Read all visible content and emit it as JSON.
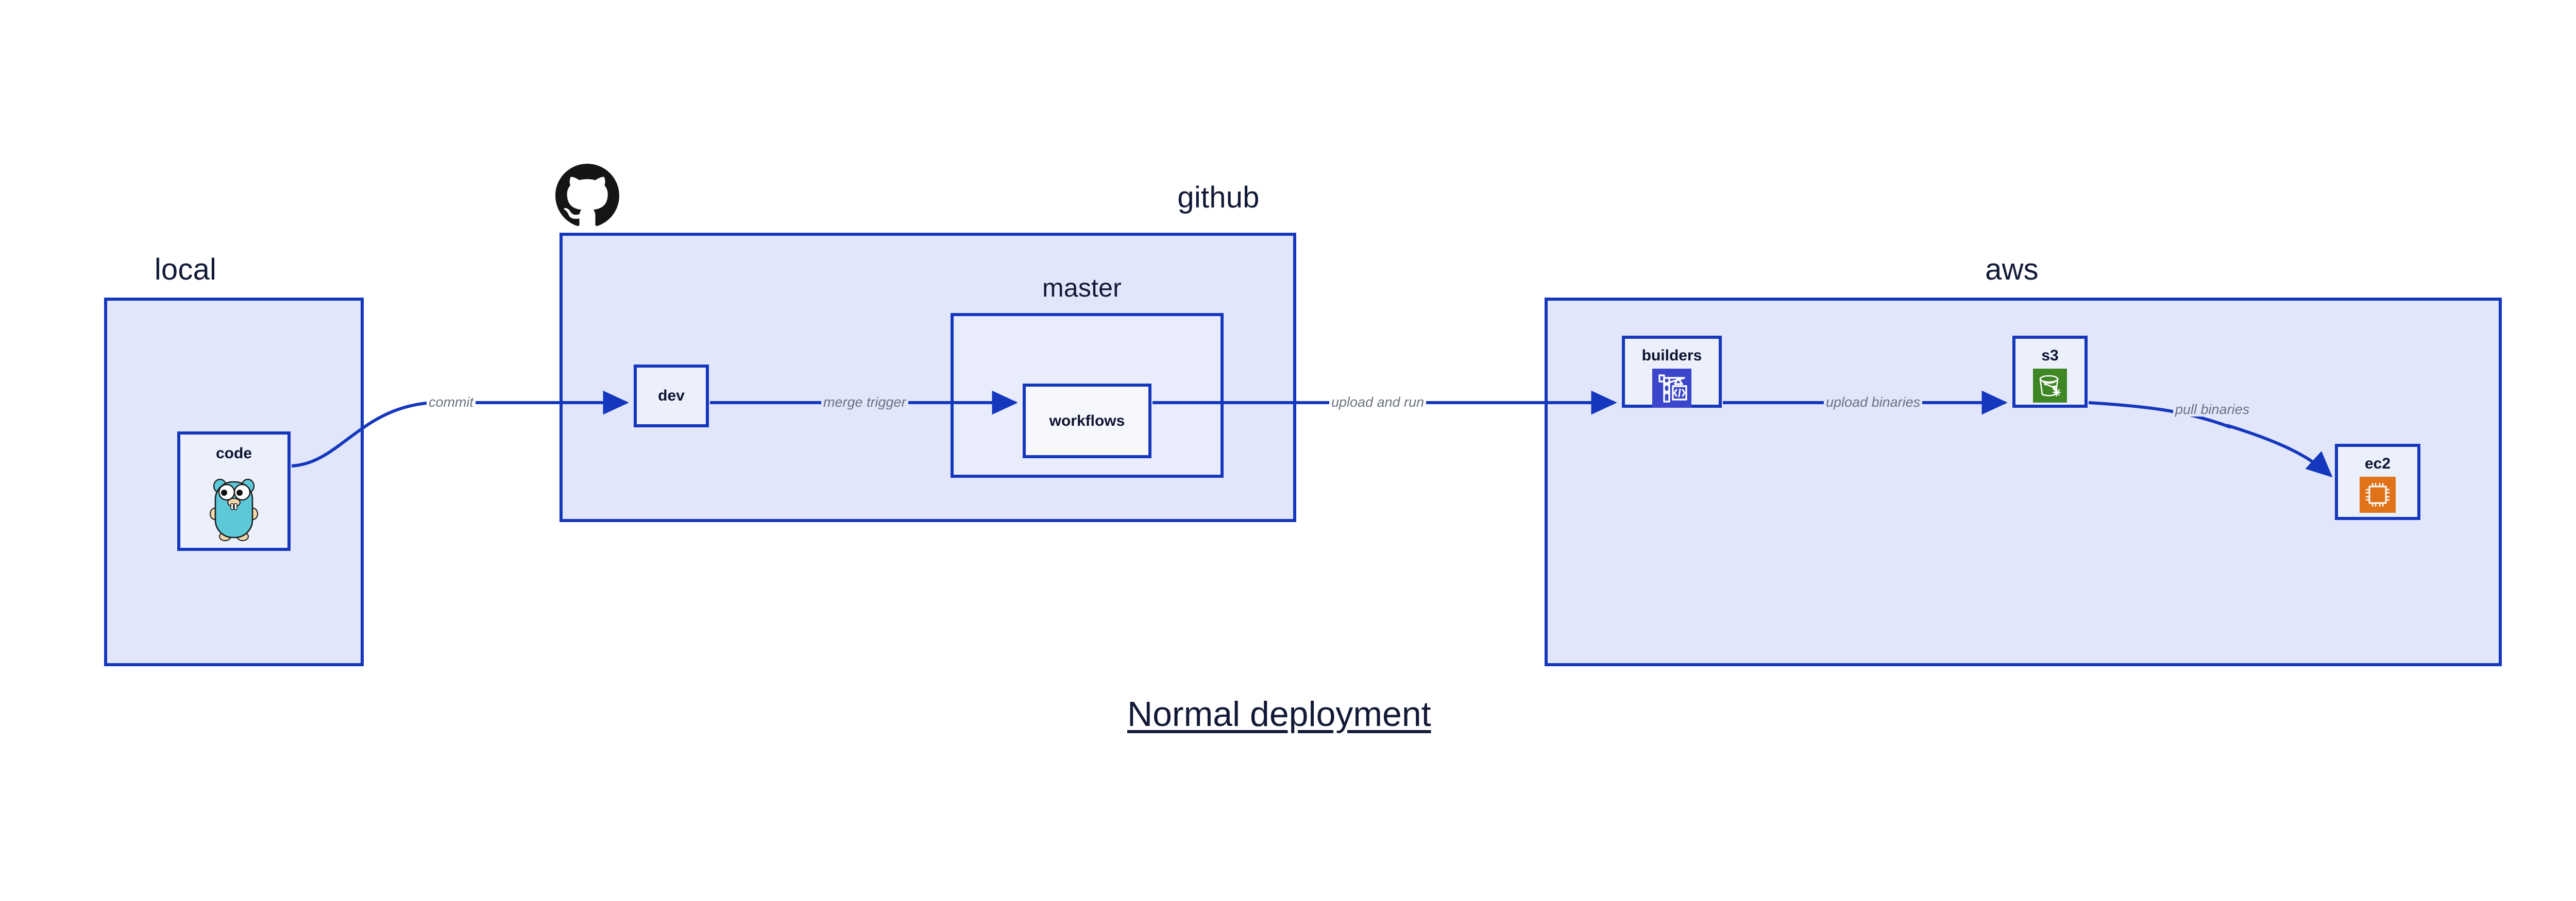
{
  "diagram": {
    "title": "Normal deployment",
    "accent_border": "#1437bd",
    "group_fill": "#e2e6fa",
    "node_fill": "#ecf0fc",
    "label_color": "#111936",
    "edge_label_color": "#6b7280"
  },
  "groups": [
    {
      "id": "local",
      "label": "local"
    },
    {
      "id": "github",
      "label": "github"
    },
    {
      "id": "aws",
      "label": "aws"
    }
  ],
  "subgroups": [
    {
      "id": "master",
      "label": "master",
      "parent": "github"
    }
  ],
  "nodes": [
    {
      "id": "code",
      "label": "code",
      "parent": "local",
      "icon": "go-gopher-icon",
      "icon_color": "#5dc9d8"
    },
    {
      "id": "dev",
      "label": "dev",
      "parent": "github",
      "icon": null,
      "icon_color": null
    },
    {
      "id": "workflows",
      "label": "workflows",
      "parent": "master",
      "icon": null,
      "icon_color": null
    },
    {
      "id": "builders",
      "label": "builders",
      "parent": "aws",
      "icon": "aws-crane-code-icon",
      "icon_color": "#3b46cc"
    },
    {
      "id": "s3",
      "label": "s3",
      "parent": "aws",
      "icon": "aws-s3-bucket-icon",
      "icon_color": "#3f8624"
    },
    {
      "id": "ec2",
      "label": "ec2",
      "parent": "aws",
      "icon": "aws-ec2-chip-icon",
      "icon_color": "#e0721a"
    }
  ],
  "edges": [
    {
      "id": "commit",
      "label": "commit",
      "from": "code",
      "to": "dev"
    },
    {
      "id": "merge-trigger",
      "label": "merge trigger",
      "from": "dev",
      "to": "workflows"
    },
    {
      "id": "upload-and-run",
      "label": "upload and run",
      "from": "workflows",
      "to": "builders"
    },
    {
      "id": "upload-binaries",
      "label": "upload binaries",
      "from": "builders",
      "to": "s3"
    },
    {
      "id": "pull-binaries",
      "label": "pull binaries",
      "from": "s3",
      "to": "ec2"
    }
  ],
  "logos": [
    {
      "id": "github-logo",
      "name": "github-octocat-icon",
      "color": "#151515"
    }
  ]
}
